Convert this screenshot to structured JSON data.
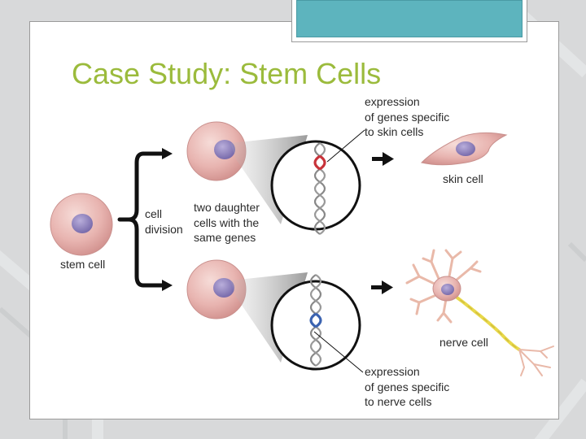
{
  "slide": {
    "title": "Case Study: Stem Cells"
  },
  "diagram": {
    "labels": {
      "stem_cell": "stem cell",
      "cell_division": "cell\ndivision",
      "daughter_cells": "two daughter\ncells with the\nsame genes",
      "skin_expression": "expression\nof genes specific\nto skin cells",
      "skin_cell": "skin cell",
      "nerve_cell": "nerve cell",
      "nerve_expression": "expression\nof genes specific\nto nerve cells"
    }
  },
  "colors": {
    "title": "#9bbb3c",
    "accent_tab": "#5db4be",
    "cell_fill": "#e8b4b0",
    "nucleus": "#8a7cb8",
    "skin_gene": "#c8333a",
    "nerve_gene": "#3b63b0",
    "axon": "#e8d84a"
  }
}
